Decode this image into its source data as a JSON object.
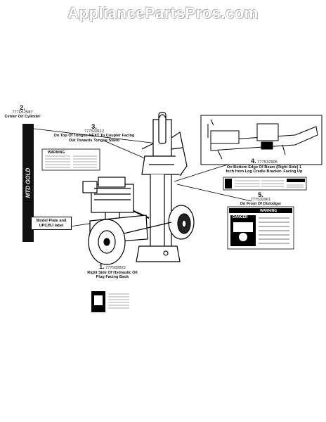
{
  "watermark": "AppliancePartsPros.com",
  "callouts": [
    {
      "num": "2.",
      "code": "777D12587",
      "text": "Center On Cylinder"
    },
    {
      "num": "3.",
      "code": "777S33112",
      "text": "On Top Of Tongue NEXT To Coupler Facing Out Towards Tongue Stand"
    },
    {
      "num": "4.",
      "code": "777S32905",
      "text": "On Bottom Edge Of Beam (Right Side) 1 Inch from Log Cradle Bracket- Facing Up"
    },
    {
      "num": "5.",
      "code": "777S32961",
      "text": "On Front Of Dislodger"
    },
    {
      "num": "1.",
      "code": "777S32822",
      "text": "Right Side Of Hydraulic Oil Plug Facing Back"
    }
  ],
  "model_plate_label": "Model Plate and UPC/BJ label",
  "decal_texts": {
    "warning": "WARNING",
    "danger": "DANGER",
    "mtd_gold": "MTD GOLD"
  }
}
